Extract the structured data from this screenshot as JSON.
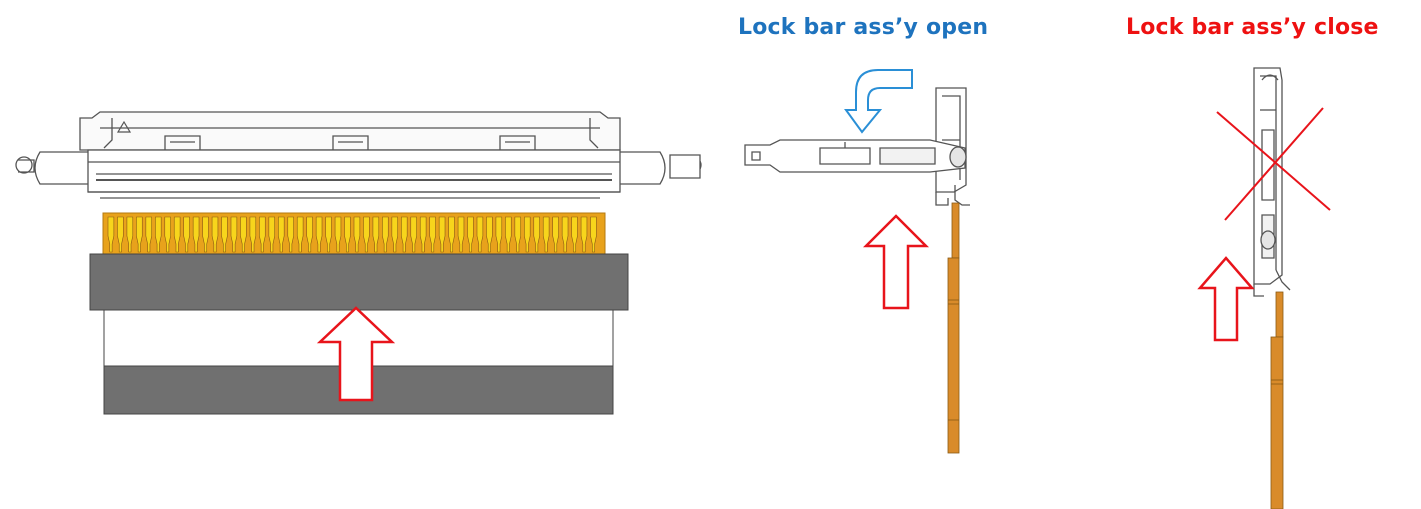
{
  "labels": {
    "open": "Lock bar ass’y open",
    "close": "Lock bar ass’y close"
  },
  "colors": {
    "open_label": "#1e73be",
    "close_label": "#ee1111",
    "arrow_red": "#e8141b",
    "arrow_blue": "#2a8fd6",
    "fpc_gold": "#e8a21c",
    "fpc_contact": "#f7d51c",
    "fpc_gray": "#6e6e6e",
    "fpc_orange": "#d98b2a",
    "line": "#555555"
  },
  "icons": {
    "insert_arrow": "up-arrow-outline",
    "rotate_arrow": "curved-arrow-down",
    "prohibited": "cross-mark"
  }
}
